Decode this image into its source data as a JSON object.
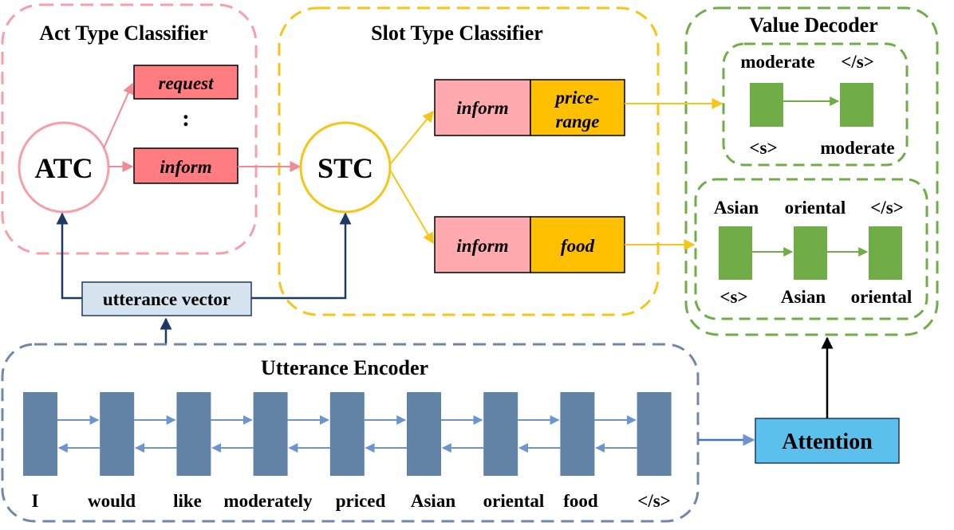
{
  "act_type_classifier": {
    "title": "Act Type Classifier",
    "node": "ATC",
    "outputs": [
      "request",
      "inform"
    ],
    "ellipsis": ":"
  },
  "slot_type_classifier": {
    "title": "Slot Type Classifier",
    "node": "STC",
    "pairs": [
      {
        "act": "inform",
        "slot_line1": "price-",
        "slot_line2": "range"
      },
      {
        "act": "inform",
        "slot": "food"
      }
    ]
  },
  "value_decoder": {
    "title": "Value Decoder",
    "decoder1": {
      "outputs": [
        "moderate",
        "</s>"
      ],
      "inputs": [
        "<s>",
        "moderate"
      ]
    },
    "decoder2": {
      "outputs": [
        "Asian",
        "oriental",
        "</s>"
      ],
      "inputs": [
        "<s>",
        "Asian",
        "oriental"
      ]
    }
  },
  "utterance_vector": "utterance vector",
  "utterance_encoder": {
    "title": "Utterance Encoder",
    "tokens": [
      "I",
      "would",
      "like",
      "moderately",
      "priced",
      "Asian",
      "oriental",
      "food",
      "</s>"
    ]
  },
  "attention": "Attention",
  "colors": {
    "pink_border": "#f4a0aa",
    "yellow_border": "#f5c518",
    "green_border": "#70ad47",
    "blue_border": "#7287a8",
    "act_red": "#ff7c80",
    "act_pink": "#ffaaae",
    "slot_orange": "#ffc000",
    "decoder_green": "#70ad47",
    "encoder_blue": "#6282a6",
    "utterance_vector_fill": "#d6e4f0",
    "attention_fill": "#5bc0eb",
    "navy_line": "#1f3864"
  }
}
